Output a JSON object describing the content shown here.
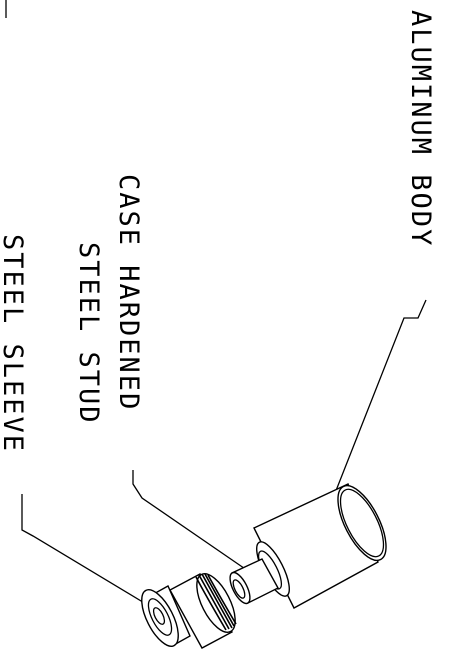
{
  "labels": {
    "aluminum_body": "ALUMINUM BODY",
    "case_hardened": "CASE HARDENED",
    "steel_stud": "STEEL STUD",
    "steel_sleeve": "STEEL SLEEVE"
  },
  "colors": {
    "ink": "#000000",
    "background": "#ffffff"
  }
}
